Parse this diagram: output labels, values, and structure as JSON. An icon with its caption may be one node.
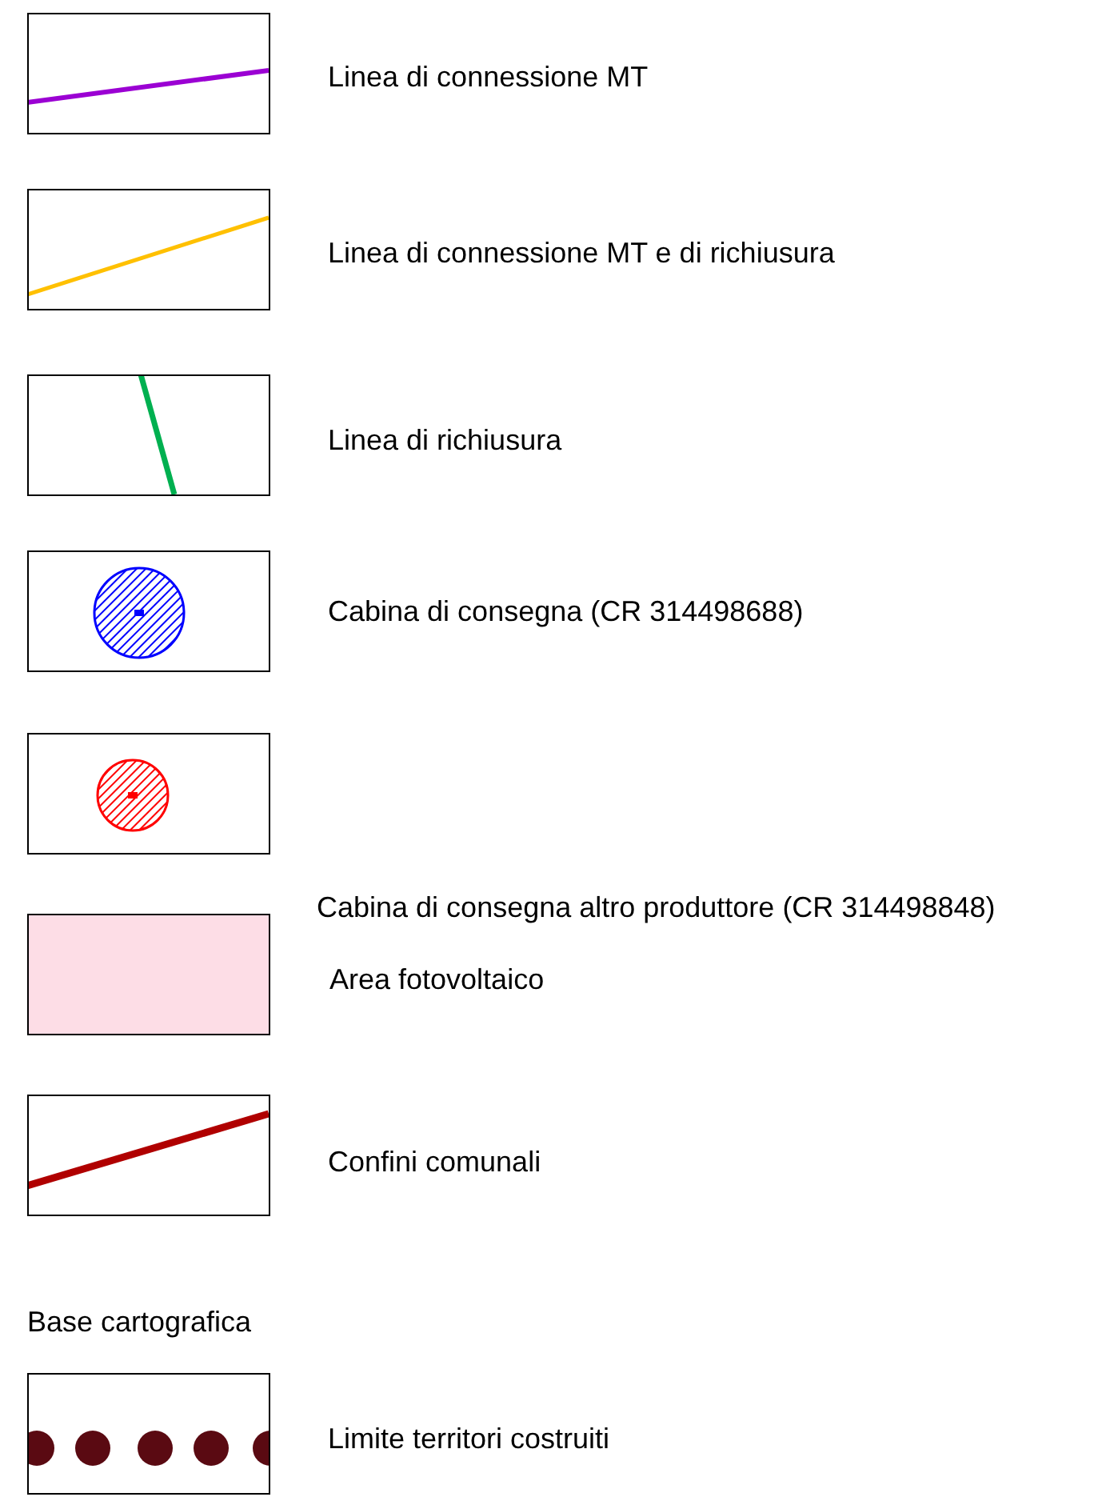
{
  "diagram": {
    "legend": [
      {
        "text": "Linea di connessione MT"
      },
      {
        "text": "Linea di connessione MT e di richiusura"
      },
      {
        "text": "Linea di richiusura"
      },
      {
        "text": "Cabina di consegna (CR 314498688)"
      },
      {
        "text": "Cabina di consegna altro produttore (CR 314498848)"
      },
      {
        "text": "Area fotovoltaico",
        "color": "#fddde6"
      },
      {
        "text": "Confini comunali"
      },
      {
        "text": "Limite territori costruiti"
      }
    ],
    "labels": [
      "Base cartografica"
    ]
  }
}
